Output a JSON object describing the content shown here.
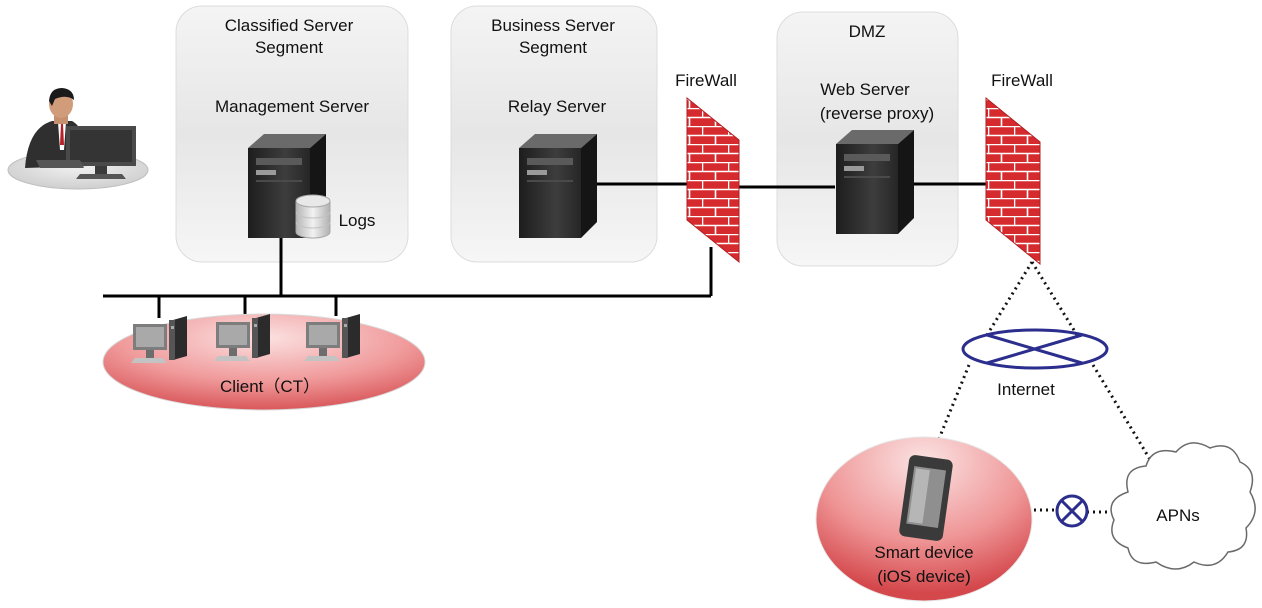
{
  "segments": {
    "classified": {
      "title_line1": "Classified Server",
      "title_line2": "Segment",
      "server_label": "Management Server",
      "storage_label": "Logs"
    },
    "business": {
      "title_line1": "Business Server",
      "title_line2": "Segment",
      "server_label": "Relay Server"
    },
    "dmz": {
      "title": "DMZ",
      "server_line1": "Web Server",
      "server_line2": "(reverse proxy)"
    }
  },
  "firewalls": {
    "left_label": "FireWall",
    "right_label": "FireWall"
  },
  "clients": {
    "label": "Client（CT）"
  },
  "internet": {
    "label": "Internet"
  },
  "smart_device": {
    "line1": "Smart device",
    "line2": "(iOS device)"
  },
  "apns": {
    "label": "APNs"
  },
  "icons": [
    "admin-person-icon",
    "server-icon",
    "database-icon",
    "firewall-icon",
    "desktop-computer-icon",
    "network-hub-icon",
    "smartphone-icon",
    "cloud-icon",
    "blocked-icon"
  ],
  "colors": {
    "firewall_brick": "#d52b2f",
    "zone_bg": "#e4e4e4",
    "network_ring": "#2b2e8c",
    "client_zone": "#e9797b"
  }
}
